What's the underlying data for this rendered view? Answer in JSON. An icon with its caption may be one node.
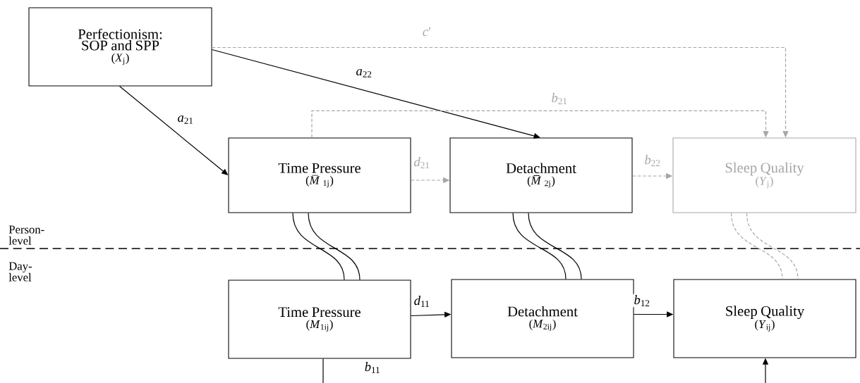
{
  "diagram": {
    "nodes": [
      {
        "text": [
          "Perfectionism: SOP and SPP",
          "(*X*$_{j}$)"
        ]
      },
      {
        "text": [
          "Time Pressure",
          "(*M̅*$_{1j}$)"
        ]
      },
      {
        "text": [
          "Detachment",
          "(*M̅*$_{2j}$)"
        ]
      },
      {
        "text": [
          "Sleep Quality",
          "(*Y*$_{j}$)"
        ]
      },
      {
        "text": [
          "Time Pressure",
          "(*M*$_{1ij}$)"
        ]
      },
      {
        "text": [
          "Detachment",
          "(*M*$_{2ij}$)"
        ]
      },
      {
        "text": [
          "Sleep Quality",
          "(*Y*$_{ij}$)"
        ]
      }
    ],
    "edges": [
      {
        "from": 0,
        "to": 1,
        "arrow": "to",
        "label": "*a*$_{21}$"
      },
      {
        "from": 0,
        "to": 2,
        "arrow": "to",
        "label": "*a*$_{22}$"
      },
      {
        "from": 0,
        "to": 3,
        "arrow": "to",
        "label": "*c*′",
        "style": "dashed",
        "color": "#a6a6a6"
      },
      {
        "from": 1,
        "to": 3,
        "arrow": "to",
        "label": "*b*$_{21}$",
        "style": "dashed",
        "color": "#a6a6a6"
      },
      {
        "from": 1,
        "to": 2,
        "arrow": "to",
        "label": "*d*$_{21}$",
        "style": "dashed",
        "color": "#a6a6a6"
      },
      {
        "from": 2,
        "to": 3,
        "arrow": "to",
        "label": "*b*$_{22}$",
        "style": "dashed",
        "color": "#a6a6a6"
      },
      {
        "from": 1,
        "to": 4,
        "arrow": "none"
      },
      {
        "from": 2,
        "to": 5,
        "arrow": "none"
      },
      {
        "from": 3,
        "to": 6,
        "arrow": "none",
        "style": "dashed",
        "color": "#a6a6a6"
      },
      {
        "from": 4,
        "to": 5,
        "arrow": "to",
        "label": "*d*$_{11}$"
      },
      {
        "from": 5,
        "to": 6,
        "arrow": "to",
        "label": "*b*$_{12}$"
      },
      {
        "from": 4,
        "to": 6,
        "arrow": "to",
        "label": "*b*$_{11}$"
      }
    ],
    "labels": [
      "Person-level",
      "Day-level"
    ]
  }
}
